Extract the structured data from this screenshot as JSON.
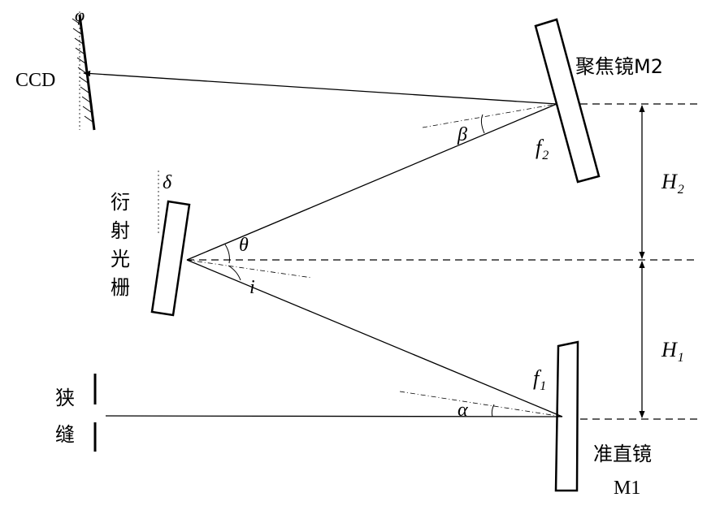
{
  "labels": {
    "ccd": "CCD",
    "phi": "φ",
    "focus_mirror": "聚焦镜M2",
    "beta": "β",
    "f2_main": "f",
    "f2_sub": "2",
    "delta": "δ",
    "grating_chars": [
      "衍",
      "射",
      "光",
      "栅"
    ],
    "theta": "θ",
    "i": "i",
    "H2_main": "H",
    "H2_sub": "2",
    "H1_main": "H",
    "H1_sub": "1",
    "f1_main": "f",
    "f1_sub": "1",
    "alpha": "α",
    "slit_chars": [
      "狭",
      "缝"
    ],
    "collimator_line1": "准直镜",
    "collimator_line2": "M1"
  }
}
